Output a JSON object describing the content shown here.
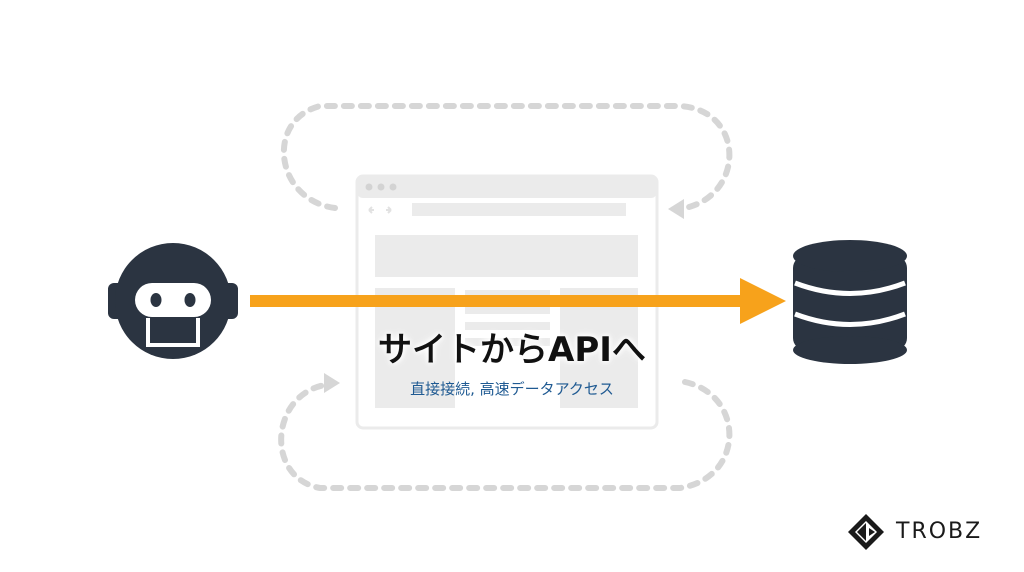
{
  "headline": "サイトからAPIへ",
  "subline": "直接接続, 高速データアクセス",
  "brand": {
    "name": "TROBZ"
  },
  "icons": {
    "agent": "robot-head-icon",
    "target": "database-icon",
    "middle": "browser-window-icon",
    "logo": "trobz-logo-icon"
  },
  "colors": {
    "arrow": "#f7a21b",
    "icon": "#2b3441",
    "dashed_path": "#d6d6d6",
    "browser_faded": "#ebebeb",
    "subline": "#1f5a92"
  }
}
